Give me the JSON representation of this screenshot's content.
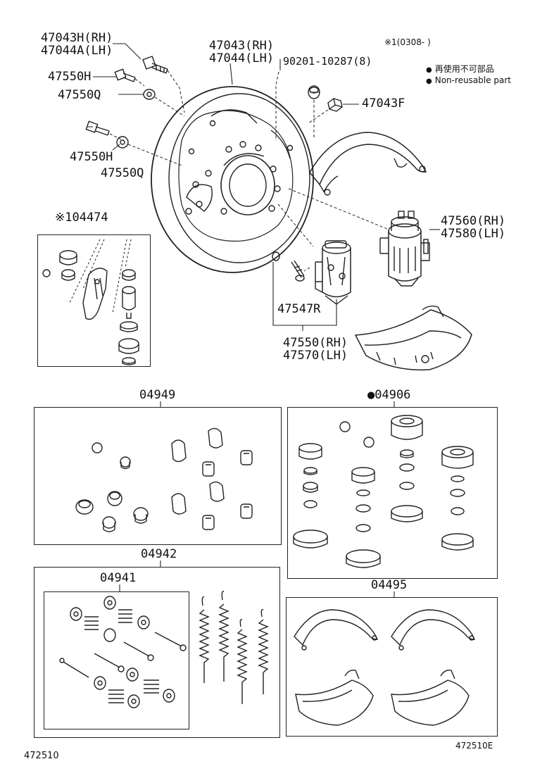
{
  "header_note": {
    "ref": "※1",
    "date_range": "(0308-    )",
    "bullet_jp": "再使用不可部品",
    "bullet_en": "Non-reusable part",
    "bullet_symbol": "●"
  },
  "parts": {
    "p1_rh": "47043H(RH)",
    "p1_lh": "47044A(LH)",
    "p2_rh": "47043(RH)",
    "p2_lh": "47044(LH)",
    "p3": "90201-10287(8)",
    "p4": "47550H",
    "p5": "47550Q",
    "p6": "47043F",
    "p7": "47550H",
    "p8": "47550Q",
    "p9": "※104474",
    "p10_rh": "47560(RH)",
    "p10_lh": "47580(LH)",
    "p11": "47547R",
    "p12_rh": "47550(RH)",
    "p12_lh": "47570(LH)"
  },
  "kits": {
    "k1": "04949",
    "k2": "●04906",
    "k3": "04942",
    "k4": "04941",
    "k5": "04495"
  },
  "footer": {
    "left_code": "472510",
    "right_code": "472510E"
  },
  "colors": {
    "line": "#222222",
    "bullet": "#111111"
  }
}
